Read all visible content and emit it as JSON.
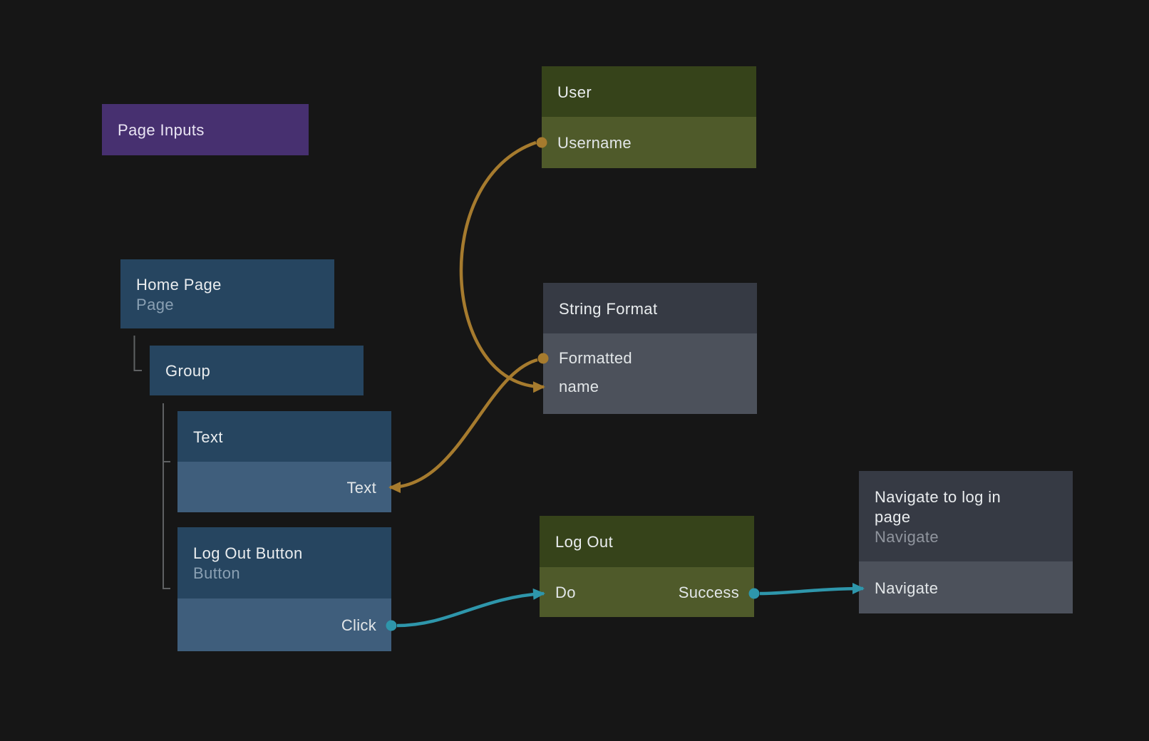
{
  "colors": {
    "bg": "#161616",
    "purple": "#473070",
    "blue_header": "#264560",
    "blue_row": "#3f5e7c",
    "olive_header": "#36431a",
    "olive_row": "#4f5a2a",
    "gray_header": "#363a44",
    "gray_row": "#4c515b",
    "title": "#eaedef",
    "subtitle_blue": "#8aa0b3",
    "subtitle_gray": "#90959e",
    "port_label": "#e2e6e8",
    "data": "#a67b2e",
    "signal": "#2e96ab",
    "tree": "#5f6163"
  },
  "nodes": {
    "page_inputs": {
      "title": "Page Inputs"
    },
    "user": {
      "title": "User",
      "ports": {
        "username": "Username"
      }
    },
    "home_page": {
      "title": "Home Page",
      "subtitle": "Page"
    },
    "group": {
      "title": "Group"
    },
    "text": {
      "title": "Text",
      "ports": {
        "text": "Text"
      }
    },
    "log_out_button": {
      "title": "Log Out Button",
      "subtitle": "Button",
      "ports": {
        "click": "Click"
      }
    },
    "string_format": {
      "title": "String Format",
      "ports": {
        "formatted": "Formatted",
        "name": "name"
      }
    },
    "log_out": {
      "title": "Log Out",
      "ports": {
        "do": "Do",
        "success": "Success"
      }
    },
    "navigate_to_log_in_page": {
      "title": "Navigate to log in page",
      "subtitle": "Navigate",
      "ports": {
        "navigate": "Navigate"
      }
    }
  },
  "connections": [
    {
      "from": "User.Username",
      "to": "String Format.name",
      "type": "data"
    },
    {
      "from": "String Format.Formatted",
      "to": "Text.Text",
      "type": "data"
    },
    {
      "from": "Log Out Button.Click",
      "to": "Log Out.Do",
      "type": "signal"
    },
    {
      "from": "Log Out.Success",
      "to": "Navigate to log in page.Navigate",
      "type": "signal"
    }
  ]
}
